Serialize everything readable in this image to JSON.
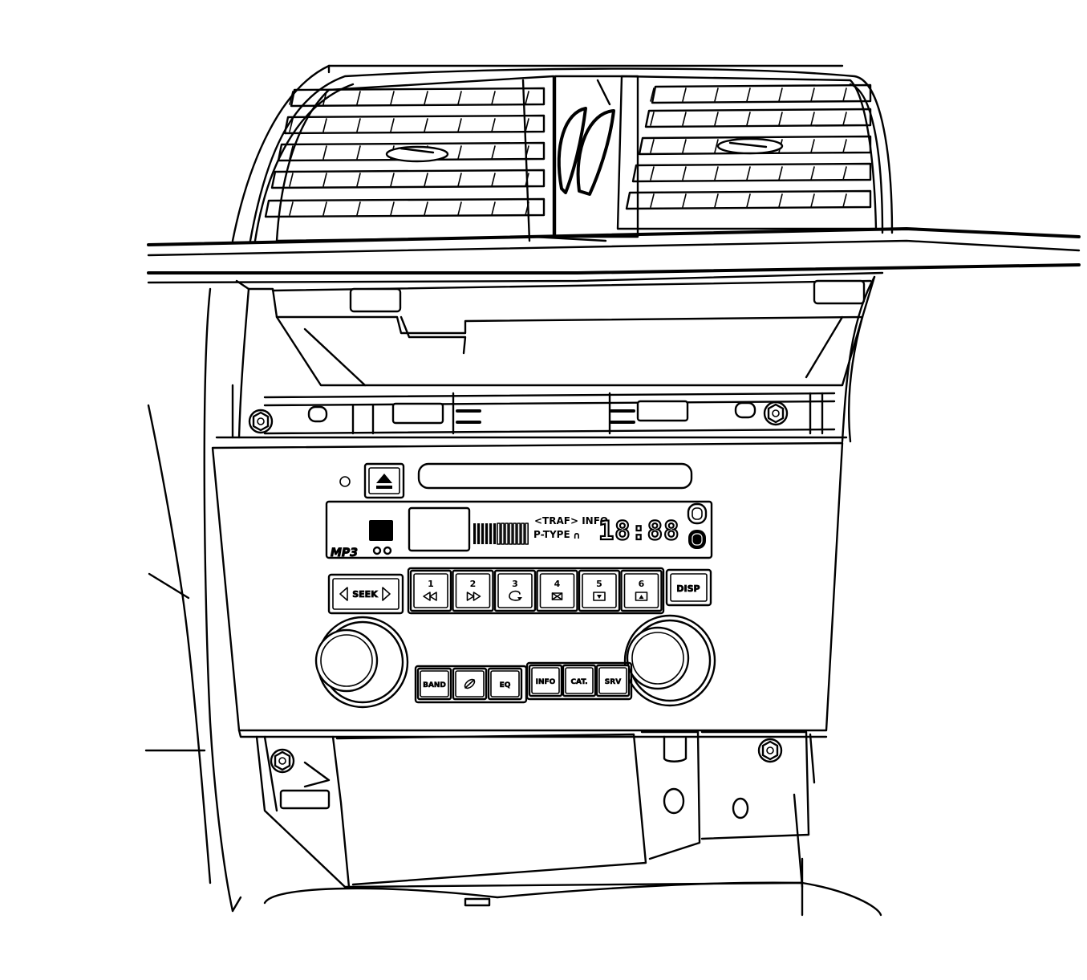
{
  "radio": {
    "display": {
      "mp3_label": "MP3",
      "traf_label": "<TRAF> INFO",
      "ptype_label": "P-TYPE",
      "clock": "18:88"
    },
    "seek_label": "SEEK",
    "presets": [
      {
        "number": "1",
        "icon": "rewind-icon"
      },
      {
        "number": "2",
        "icon": "fast-forward-icon"
      },
      {
        "number": "3",
        "icon": "repeat-icon"
      },
      {
        "number": "4",
        "icon": "random-icon"
      },
      {
        "number": "5",
        "icon": "folder-down-icon"
      },
      {
        "number": "6",
        "icon": "folder-up-icon"
      }
    ],
    "disp_label": "DISP",
    "bottom_left_buttons": [
      "BAND",
      "",
      "EQ"
    ],
    "bottom_right_buttons": [
      "INFO",
      "CAT.",
      "SRV"
    ],
    "knob_left_icon": "volume-knob",
    "knob_right_icon": "tune-knob",
    "eject_icon": "eject-icon"
  }
}
